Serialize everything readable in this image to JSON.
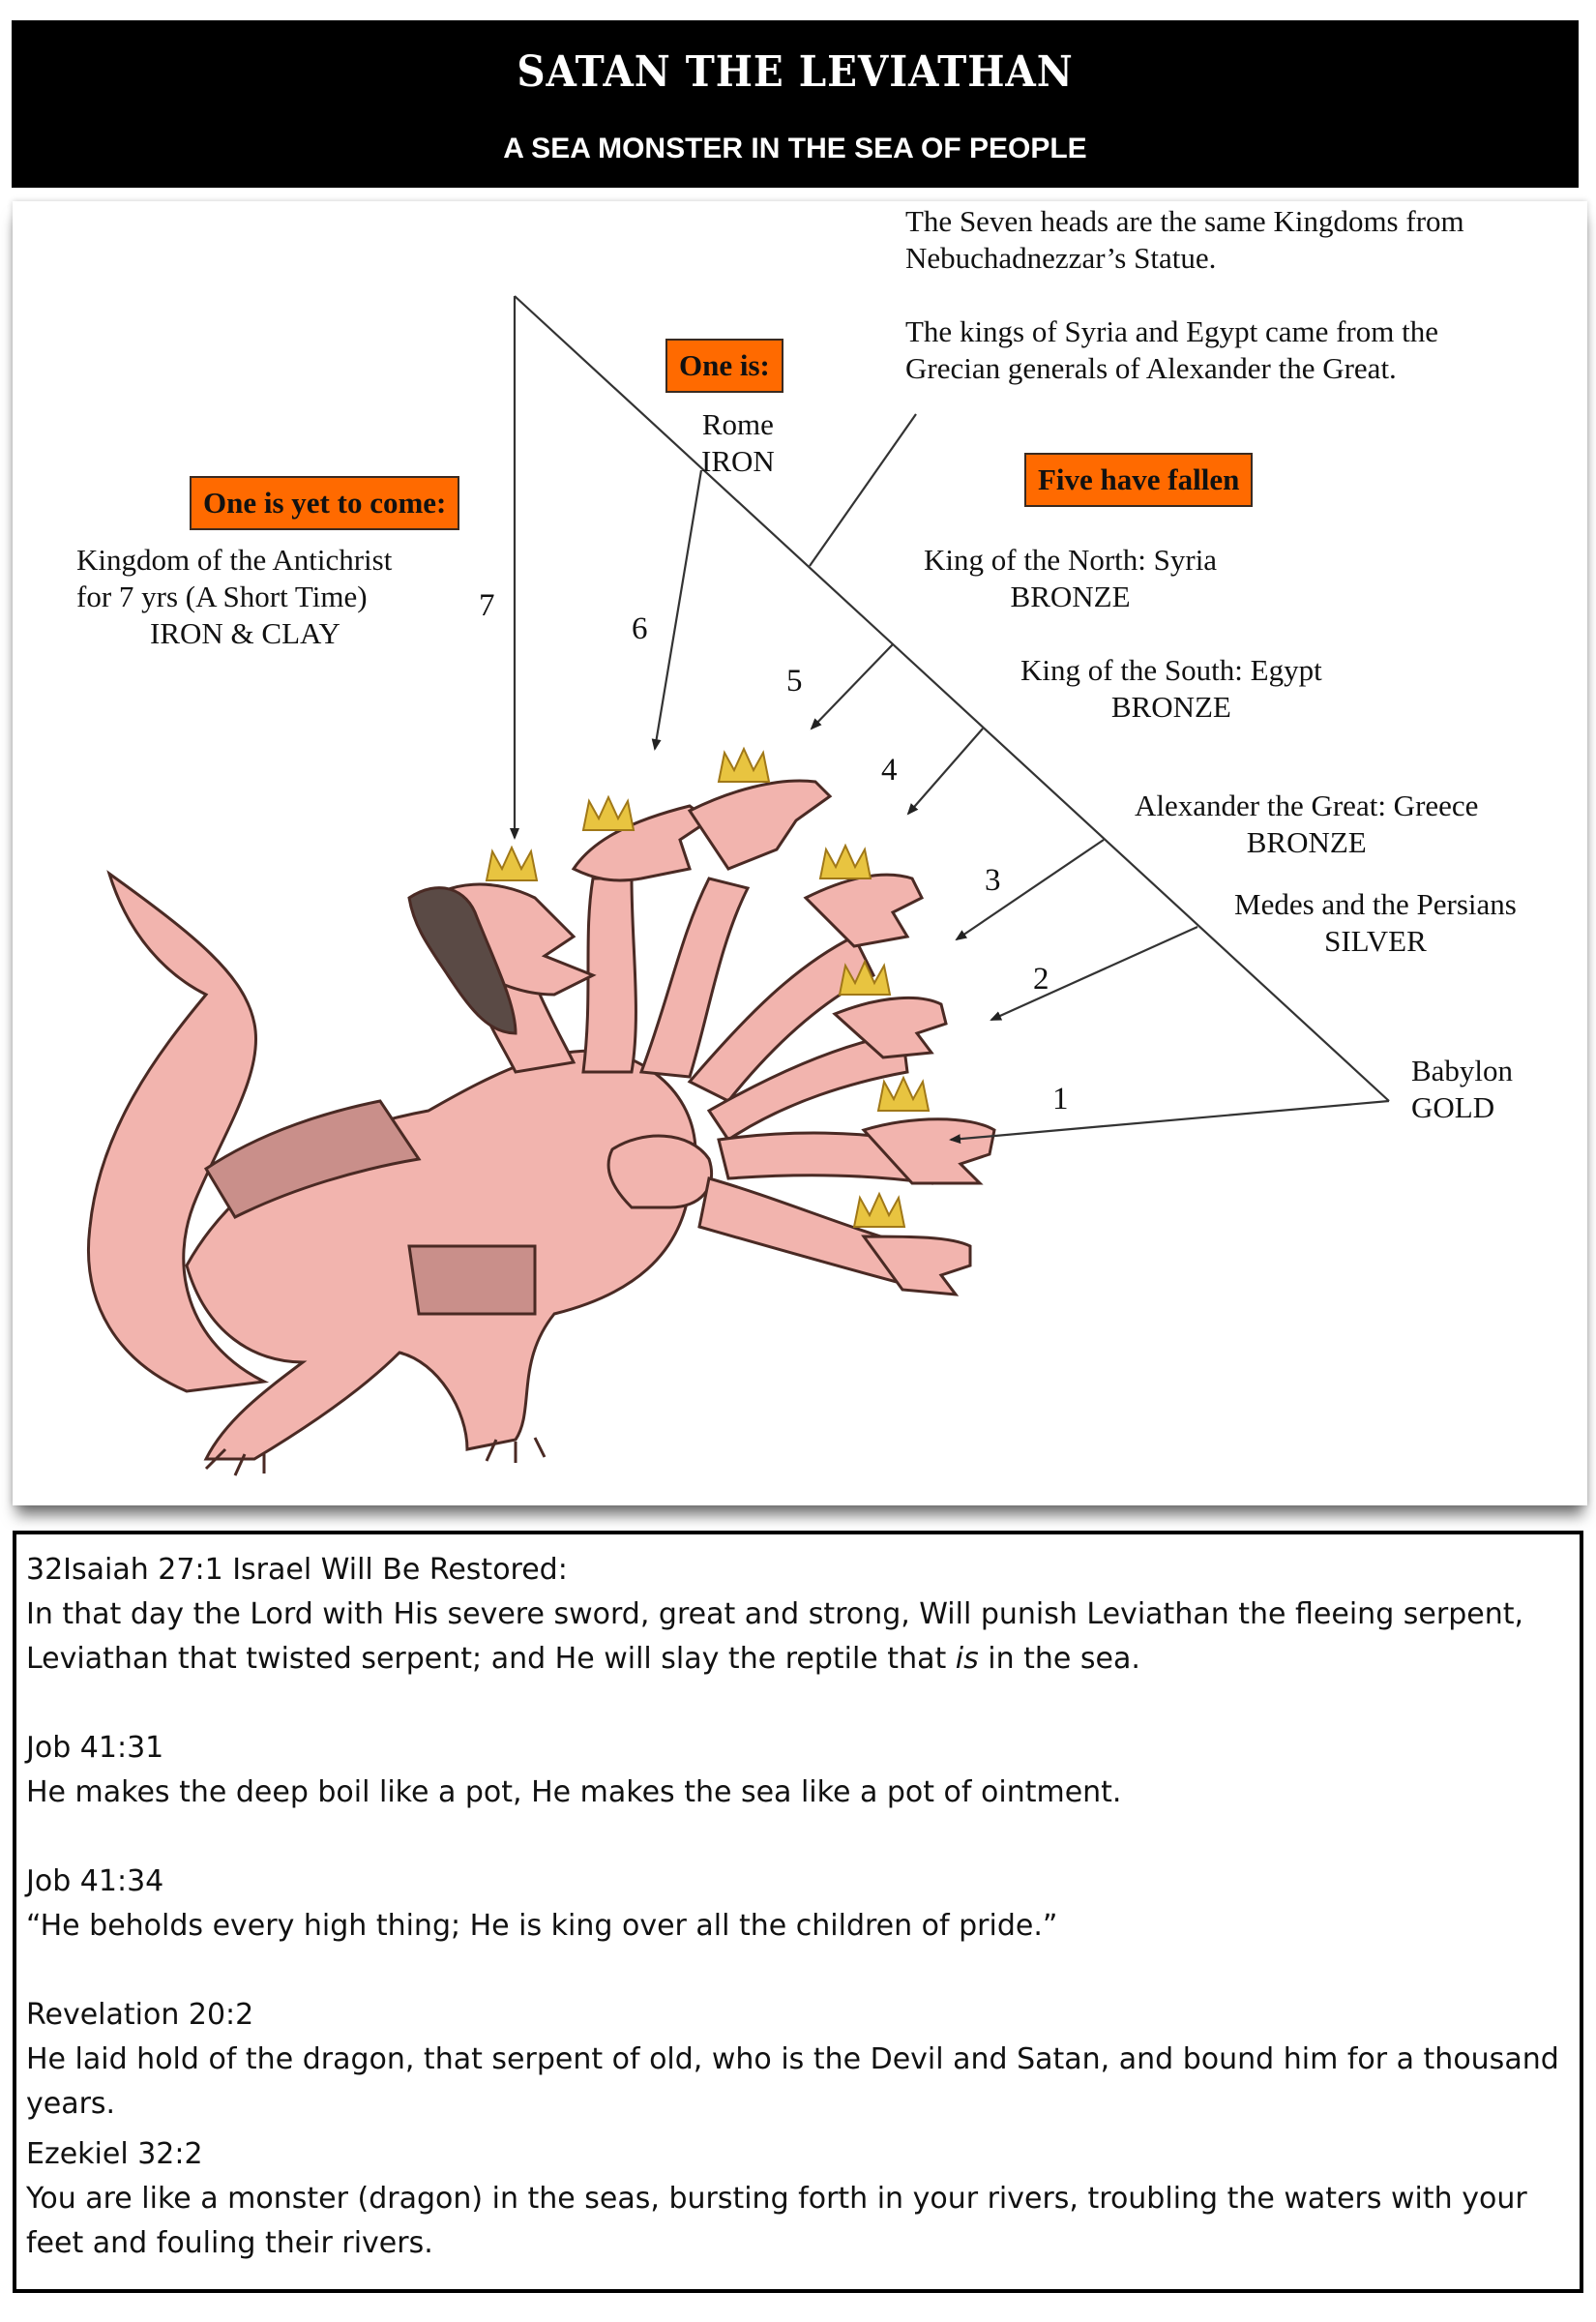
{
  "header": {
    "title": "SATAN THE LEVIATHAN",
    "subtitle": "A SEA MONSTER IN THE SEA OF PEOPLE"
  },
  "colors": {
    "header_bg": "#000000",
    "label_box": "#ff6a00",
    "dragon_skin": "#f2b4ae",
    "crown": "#e8c440"
  },
  "diagram": {
    "intro": {
      "line1": "The Seven heads are the same Kingdoms from",
      "line2": "Nebuchadnezzar’s Statue.",
      "line3": "The kings of Syria and Egypt came from the",
      "line4": "Grecian generals of Alexander the Great."
    },
    "boxes": {
      "one_is": "One is:",
      "yet_to_come": "One is yet to come:",
      "five_fallen": "Five have fallen"
    },
    "heads": [
      {
        "number": "1",
        "kingdom": "Babylon",
        "metal": "GOLD"
      },
      {
        "number": "2",
        "kingdom": "Medes and the Persians",
        "metal": "SILVER"
      },
      {
        "number": "3",
        "kingdom": "Alexander the Great: Greece",
        "metal": "BRONZE"
      },
      {
        "number": "4",
        "kingdom": "King of the South: Egypt",
        "metal": "BRONZE"
      },
      {
        "number": "5",
        "kingdom": "King of the North: Syria",
        "metal": "BRONZE"
      },
      {
        "number": "6",
        "kingdom": "Rome",
        "metal": "IRON"
      },
      {
        "number": "7",
        "kingdom_line1": "Kingdom of the Antichrist",
        "kingdom_line2": "for 7 yrs (A Short Time)",
        "metal": "IRON & CLAY"
      }
    ]
  },
  "verses": [
    {
      "ref": "32Isaiah 27:1 Israel Will Be Restored:",
      "text_before": "In that day the Lord with His severe sword, great and strong, Will punish Leviathan the fleeing serpent, Leviathan that twisted serpent; and He will slay the reptile that ",
      "text_italic": "is",
      "text_after": " in the sea."
    },
    {
      "ref": "Job 41:31",
      "text": "He makes the deep boil like a pot, He makes the sea like a pot of ointment."
    },
    {
      "ref": "Job 41:34",
      "text": "“He beholds every high thing; He is king over all the children of pride.”"
    },
    {
      "ref": "Revelation 20:2",
      "text": "He laid hold of the dragon, that serpent of old, who is the Devil and Satan, and bound him for a thousand years."
    },
    {
      "ref": "Ezekiel 32:2",
      "text": "You are like a monster (dragon) in the seas, bursting forth in your rivers, troubling the waters with your feet and fouling their rivers."
    }
  ]
}
